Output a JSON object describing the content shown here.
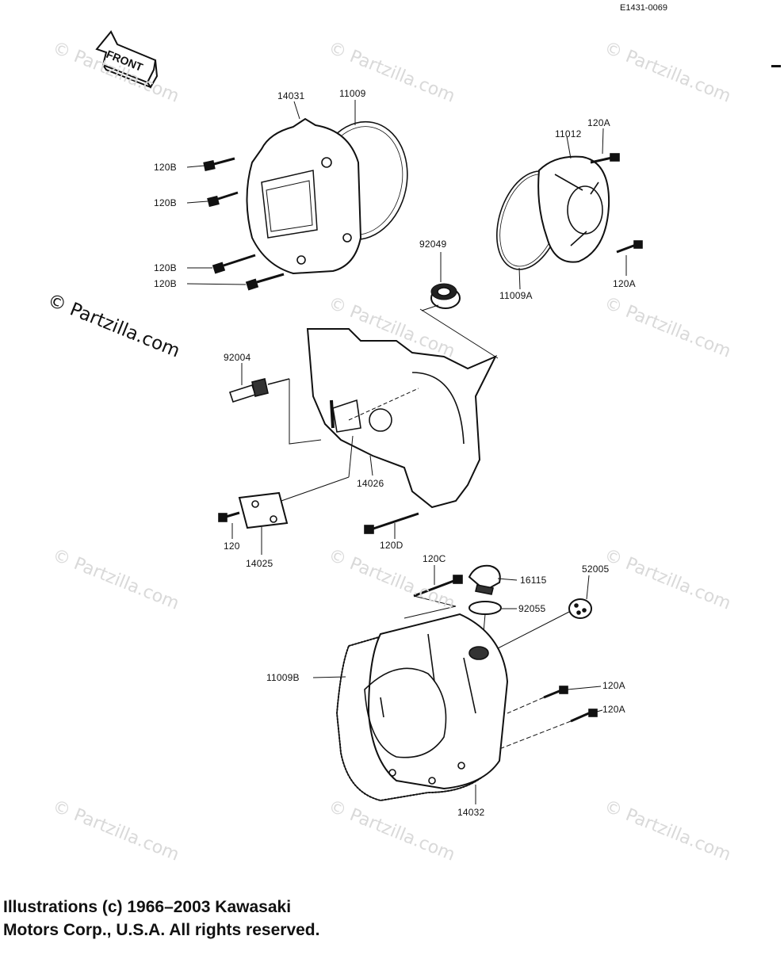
{
  "diagram_code": "E1431-0069",
  "front_arrow_label": "FRONT",
  "watermark": "© Partzilla.com",
  "footer": {
    "line1": "Illustrations (c) 1966–2003 Kawasaki",
    "line2": "Motors Corp., U.S.A.  All rights reserved."
  },
  "parts": {
    "p14031": "14031",
    "p11009": "11009",
    "p120B_1": "120B",
    "p120B_2": "120B",
    "p120B_3": "120B",
    "p120B_4": "120B",
    "p11012": "11012",
    "p120A_1": "120A",
    "p120A_2": "120A",
    "p11009A": "11009A",
    "p92049": "92049",
    "p92004": "92004",
    "p14026": "14026",
    "p120": "120",
    "p14025": "14025",
    "p120D": "120D",
    "p120C": "120C",
    "p16115": "16115",
    "p92055": "92055",
    "p52005": "52005",
    "p11009B": "11009B",
    "p120A_3": "120A",
    "p120A_4": "120A",
    "p14032": "14032"
  }
}
